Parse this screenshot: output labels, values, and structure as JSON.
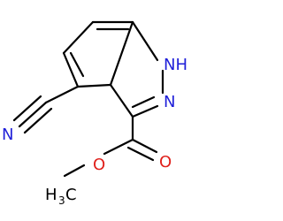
{
  "atoms": {
    "nh": "NH",
    "n": "N",
    "n_nitrile": "N",
    "o_ester": "O",
    "o_carbonyl": "O",
    "ch3_c": "H",
    "ch3_sub": "3",
    "ch3_tail": "C"
  },
  "colors": {
    "bond": "#000000",
    "nitrogen": "#1f1fd9",
    "oxygen": "#e0201b"
  }
}
